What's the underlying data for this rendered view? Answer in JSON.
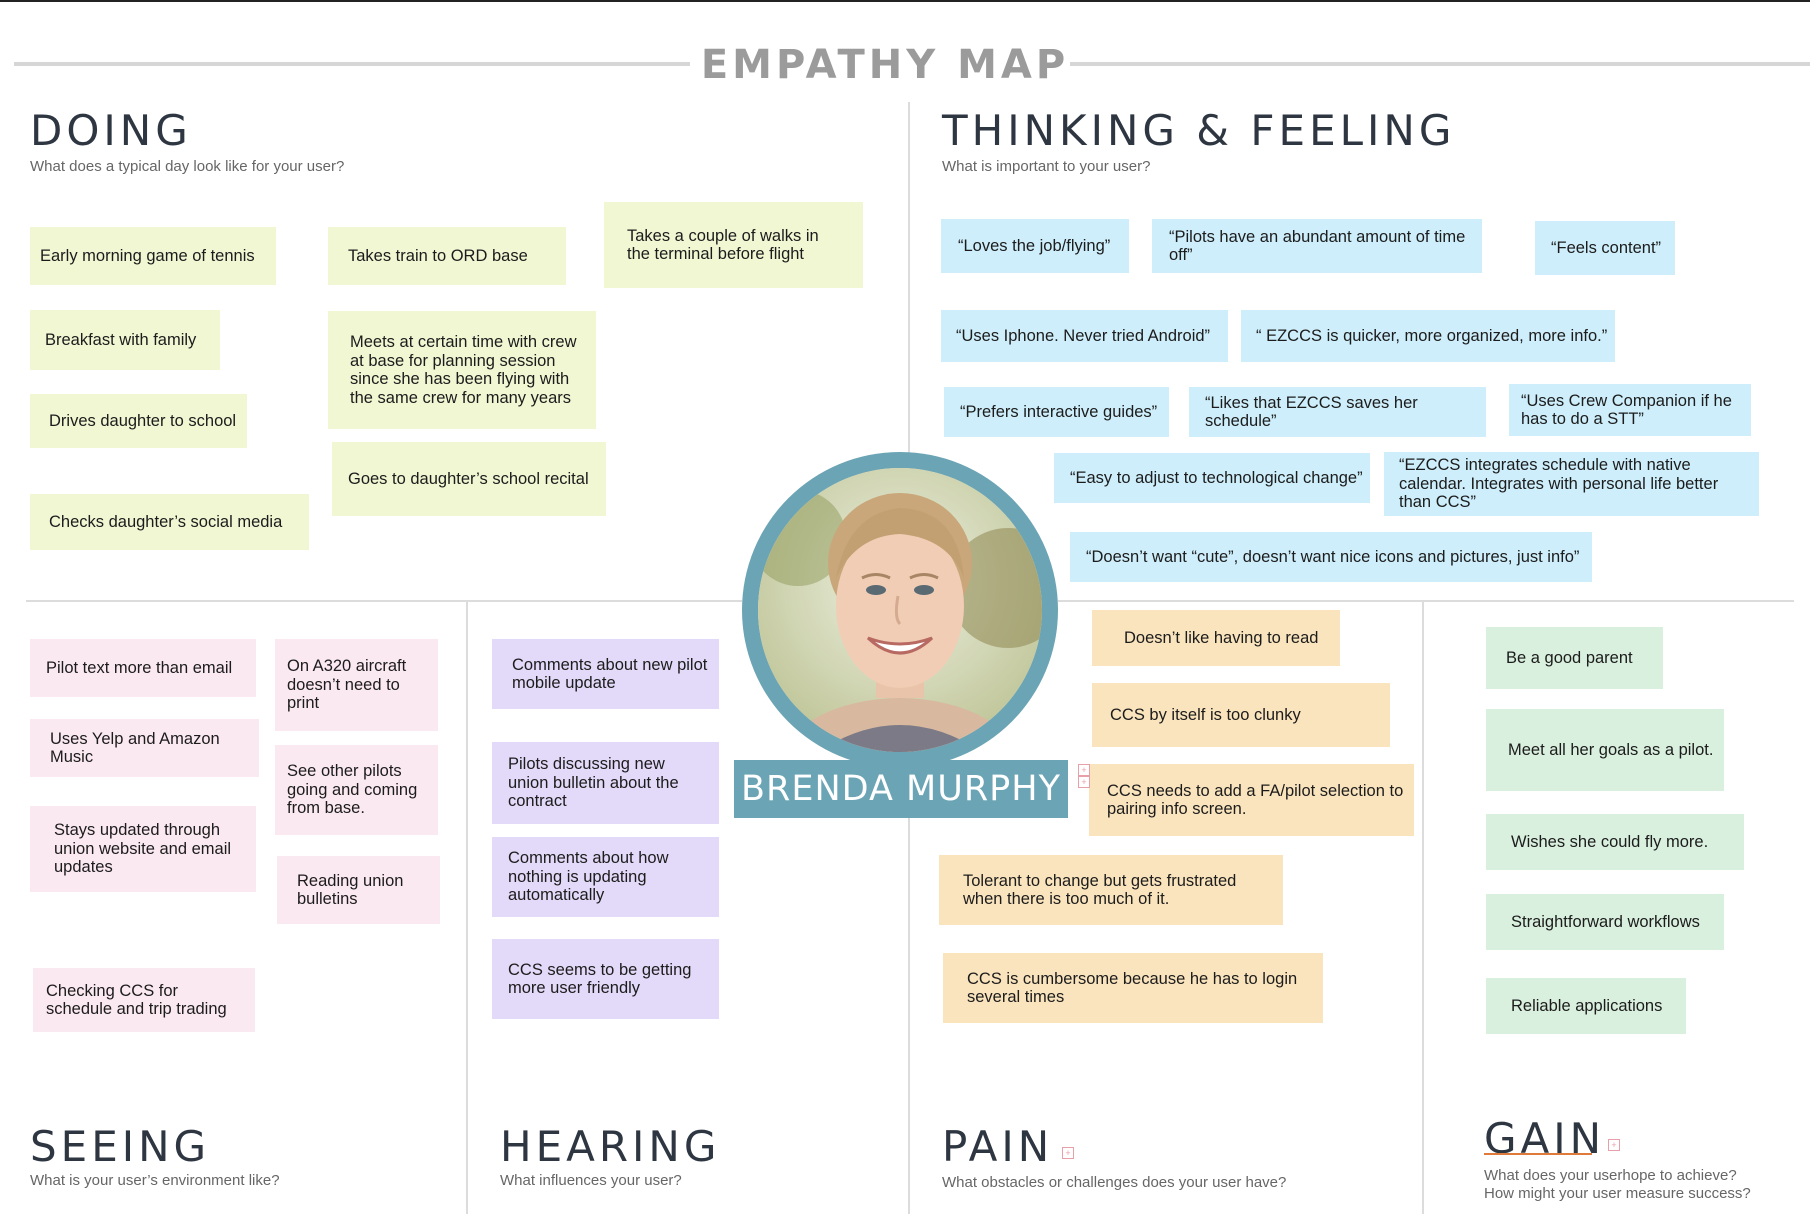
{
  "title": "EMPATHY MAP",
  "persona": {
    "name": "BRENDA MURPHY"
  },
  "sections": {
    "doing": {
      "title": "DOING",
      "subtitle": "What does a typical day look like for your user?"
    },
    "thinking": {
      "title": "THINKING & FEELING",
      "subtitle": "What is important to your user?"
    },
    "seeing": {
      "title": "SEEING",
      "subtitle": "What is your user’s environment like?"
    },
    "hearing": {
      "title": "HEARING",
      "subtitle": "What influences your user?"
    },
    "pain": {
      "title": "PAIN",
      "subtitle": "What obstacles or challenges does your user have?"
    },
    "gain": {
      "title": "GAIN",
      "subtitle_line1": "What does your userhope to achieve?",
      "subtitle_line2": "How might your user measure success?"
    }
  },
  "doing_notes": [
    "Early morning game of tennis",
    "Takes train to ORD base",
    "Takes a couple of walks in the terminal  before flight",
    "Breakfast with family",
    "Meets at certain time with crew at base for planning session since she has been flying with the same crew for many years",
    "Drives daughter to school",
    "Goes to daughter’s school recital",
    "Checks daughter’s social media"
  ],
  "thinking_notes": [
    "“Loves the job/flying”",
    "“Pilots have an abundant amount of time off”",
    "“Feels content”",
    "“Uses Iphone. Never tried  Android”",
    "“ EZCCS is quicker, more organized, more info.”",
    "“Prefers interactive guides”",
    "“Likes that EZCCS saves her schedule”",
    "“Uses Crew Companion if he has to do a STT”",
    "“Easy to adjust to technological change”",
    "“EZCCS integrates schedule with native calendar. Integrates with personal life better than CCS”",
    "“Doesn’t want “cute”, doesn’t want  nice icons and pictures, just info”"
  ],
  "seeing_notes": [
    "Pilot text more than email",
    "On A320 aircraft doesn’t need to print",
    "Uses Yelp and Amazon Music",
    "See other pilots going and coming from base.",
    "Stays updated through union website and email updates",
    "Reading union bulletins",
    "Checking CCS for schedule and trip trading"
  ],
  "hearing_notes": [
    "Comments about new pilot mobile update",
    "Pilots discussing new union bulletin about the contract",
    "Comments about how nothing is updating automatically",
    "CCS seems to be getting more user friendly"
  ],
  "pain_notes": [
    "Doesn’t like having to read",
    "CCS by itself is too clunky",
    "CCS needs to add a FA/pilot selection to pairing info screen.",
    "Tolerant to change but gets frustrated when there is too much of it.",
    "CCS is cumbersome because he has to login several times"
  ],
  "gain_notes": [
    "Be a good parent",
    "Meet all her goals as a pilot.",
    "Wishes she could fly more.",
    "Straightforward workflows",
    "Reliable applications"
  ],
  "colors": {
    "doing": "#f1f7d3",
    "thinking": "#cdeefa",
    "seeing": "#fbe9f1",
    "hearing": "#e3d9f8",
    "pain": "#fae4bd",
    "gain": "#d9f0de",
    "persona_accent": "#6ba4b4"
  },
  "icons": {
    "expand": "plus-square-icon"
  }
}
